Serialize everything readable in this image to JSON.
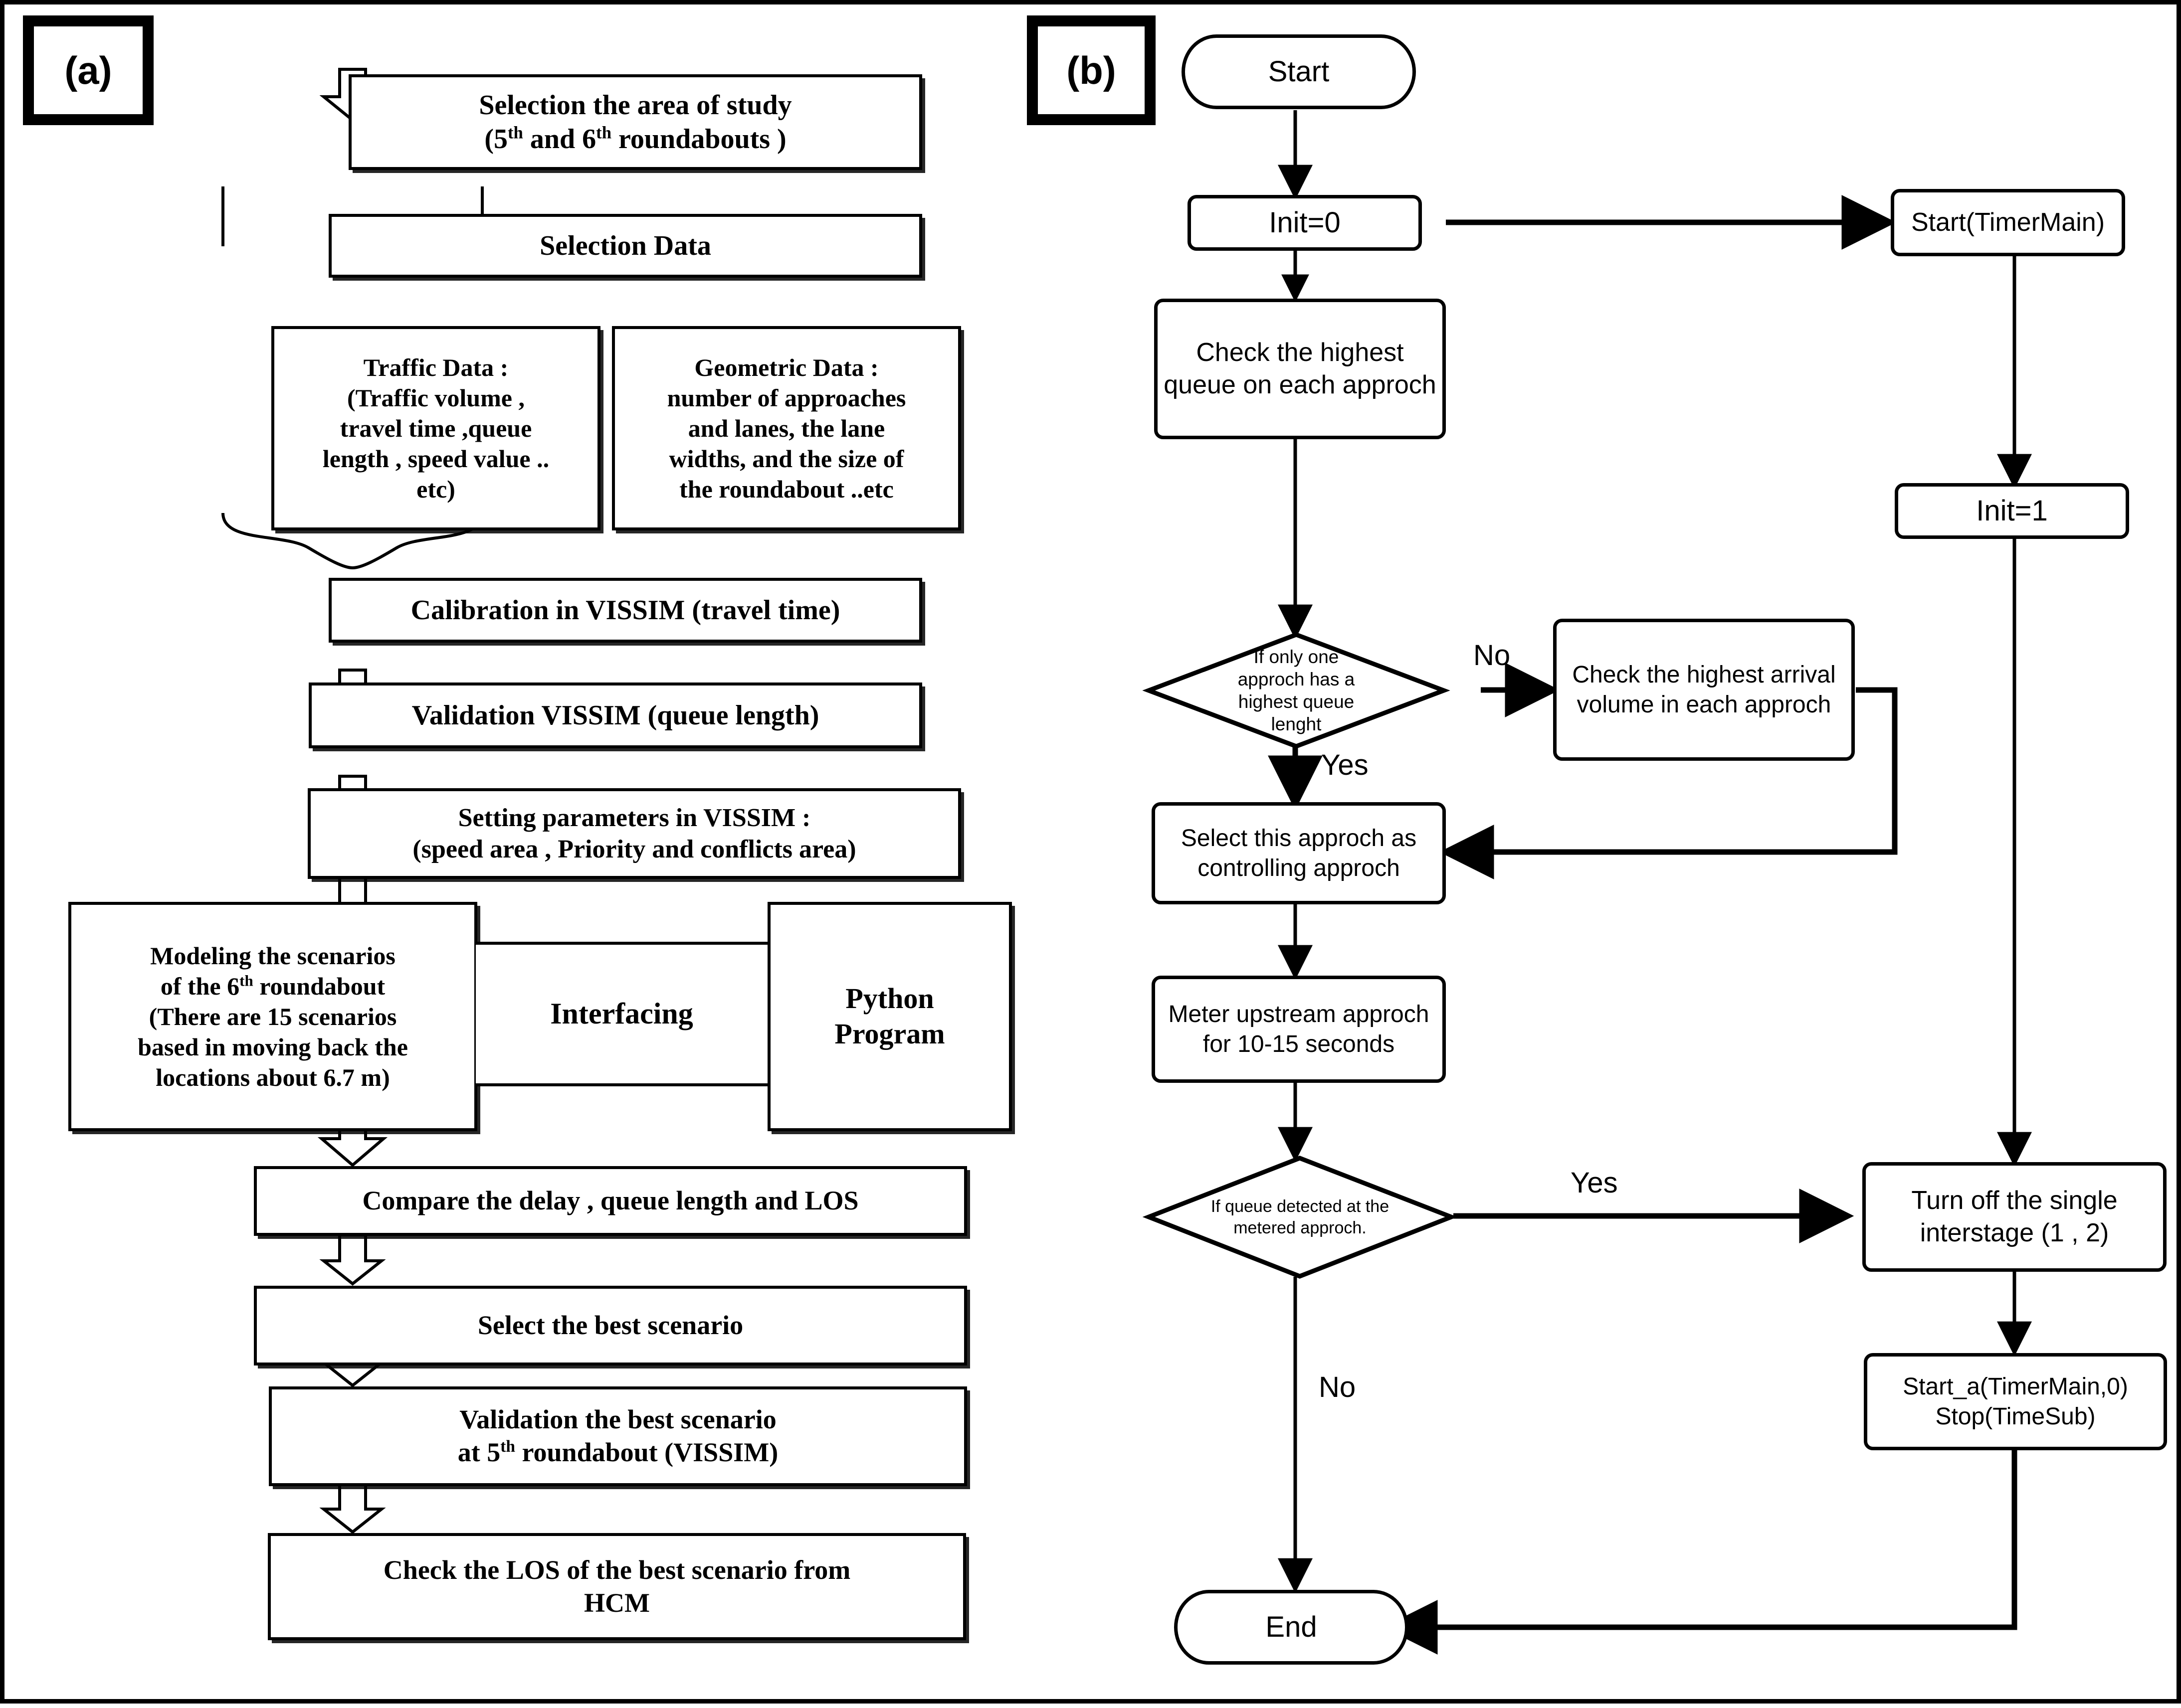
{
  "figure": {
    "panel_a_label": "(a)",
    "panel_b_label": "(b)"
  },
  "panel_a": {
    "nodes": [
      {
        "id": "selection-area",
        "lines": [
          "Selection the area of study",
          "(5th and 6th roundabouts )"
        ]
      },
      {
        "id": "selection-data",
        "lines": [
          "Selection  Data"
        ]
      },
      {
        "id": "traffic-data",
        "lines": [
          "Traffic Data :",
          "(Traffic volume ,",
          "travel time ,queue",
          "length , speed value ..",
          "etc)"
        ]
      },
      {
        "id": "geometric-data",
        "lines": [
          "Geometric Data :",
          "number of approaches",
          "and lanes, the lane",
          "widths, and the size of",
          "the roundabout ..etc"
        ]
      },
      {
        "id": "calibration",
        "lines": [
          "Calibration in VISSIM (travel time)"
        ]
      },
      {
        "id": "validation",
        "lines": [
          "Validation VISSIM (queue length)"
        ]
      },
      {
        "id": "setting-params",
        "lines": [
          "Setting parameters in VISSIM :",
          "(speed area , Priority and  conflicts area)"
        ]
      },
      {
        "id": "modeling-scen",
        "lines": [
          "Modeling the scenarios",
          "of the 6th roundabout",
          "(There are 15 scenarios",
          "based in moving back the",
          "locations about 6.7 m)"
        ]
      },
      {
        "id": "interfacing",
        "lines": [
          "Interfacing"
        ]
      },
      {
        "id": "python-program",
        "lines": [
          "Python",
          "Program"
        ]
      },
      {
        "id": "compare-delay",
        "lines": [
          "Compare the delay , queue length and LOS"
        ]
      },
      {
        "id": "select-best",
        "lines": [
          "Select the best scenario"
        ]
      },
      {
        "id": "validate-best",
        "lines": [
          "Validation the best scenario",
          "at 5th roundabout (VISSIM)"
        ]
      },
      {
        "id": "check-los",
        "lines": [
          "Check the LOS of the best scenario from",
          "HCM"
        ]
      }
    ]
  },
  "panel_b": {
    "nodes": [
      {
        "id": "start",
        "lines": [
          "Start"
        ],
        "shape": "terminator"
      },
      {
        "id": "init0",
        "lines": [
          "Init=0"
        ],
        "shape": "process"
      },
      {
        "id": "start-timermain",
        "lines": [
          "Start(TimerMain)"
        ],
        "shape": "process"
      },
      {
        "id": "check-queue",
        "lines": [
          "Check the highest queue",
          "on each approch"
        ],
        "shape": "process"
      },
      {
        "id": "init1",
        "lines": [
          "Init=1"
        ],
        "shape": "process"
      },
      {
        "id": "decision-queue",
        "lines": [
          "If only one",
          "approch has a",
          "highest queue",
          "lenght"
        ],
        "shape": "decision"
      },
      {
        "id": "check-arrival",
        "lines": [
          "Check the highest arrival",
          "volume in each approch"
        ],
        "shape": "process"
      },
      {
        "id": "select-approch",
        "lines": [
          "Select this approch as",
          "controlling approch"
        ],
        "shape": "process"
      },
      {
        "id": "meter-upstream",
        "lines": [
          "Meter upstream approch",
          "for 10-15 seconds"
        ],
        "shape": "process"
      },
      {
        "id": "decision-metered",
        "lines": [
          "If queue detected at the",
          "metered approch."
        ],
        "shape": "decision"
      },
      {
        "id": "turn-off",
        "lines": [
          "Turn off the single",
          "interstage (1 , 2)"
        ],
        "shape": "process"
      },
      {
        "id": "start-a",
        "lines": [
          "Start_a(TimerMain,0)",
          "Stop(TimeSub)"
        ],
        "shape": "process"
      },
      {
        "id": "end",
        "lines": [
          "End"
        ],
        "shape": "terminator"
      }
    ],
    "edge_labels": {
      "decision_queue_no": "No",
      "decision_queue_yes": "Yes",
      "decision_metered_yes": "Yes",
      "decision_metered_no": "No"
    }
  },
  "colors": {
    "ink": "#000000",
    "paper": "#ffffff"
  }
}
